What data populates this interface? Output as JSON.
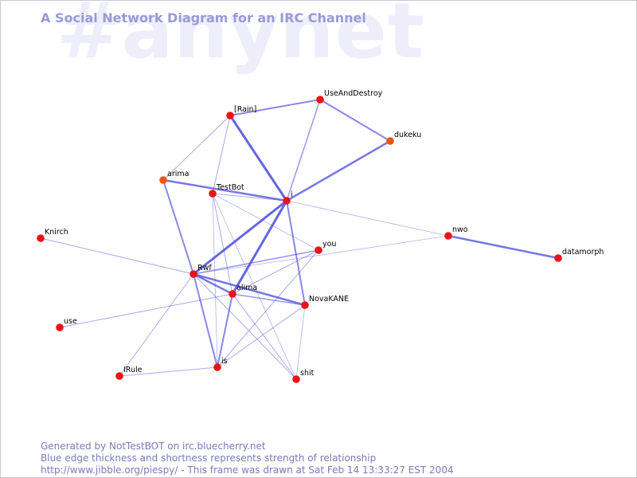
{
  "watermark": "#anynet",
  "title": "A Social Network Diagram for an IRC Channel",
  "footer": {
    "line1": "Generated by NotTestBOT on irc.bluecherry.net",
    "line2": "Blue edge thickness and shortness represents strength of relationship",
    "line3": "http://www.jibble.org/piespy/ - This frame was drawn at Sat Feb 14 13:33:27 EST 2004"
  },
  "colors": {
    "node_active": "#ee1111",
    "node_idle": "#ee5511",
    "edge": "#5555dd",
    "title": "#9a9ad6",
    "watermark": "#eeeefb"
  },
  "nodes": [
    {
      "id": "UseAndDestroy",
      "label": "UseAndDestroy",
      "state": "active"
    },
    {
      "id": "Rain",
      "label": "[Rain]",
      "state": "active"
    },
    {
      "id": "dukeku",
      "label": "dukeku",
      "state": "idle"
    },
    {
      "id": "arima",
      "label": "arima",
      "state": "idle"
    },
    {
      "id": "TestBot",
      "label": "TestBot",
      "state": "active"
    },
    {
      "id": "i",
      "label": "i",
      "state": "active"
    },
    {
      "id": "Knirch",
      "label": "Knirch",
      "state": "active"
    },
    {
      "id": "nwo",
      "label": "nwo",
      "state": "active"
    },
    {
      "id": "you",
      "label": "you",
      "state": "active"
    },
    {
      "id": "datamorph",
      "label": "datamorph",
      "state": "active"
    },
    {
      "id": "Rwf",
      "label": "Rwf",
      "state": "active"
    },
    {
      "id": "alima",
      "label": "alima",
      "state": "active"
    },
    {
      "id": "NovaKANE",
      "label": "NovaKANE",
      "state": "active"
    },
    {
      "id": "use",
      "label": "use",
      "state": "active"
    },
    {
      "id": "IRule",
      "label": "IRule",
      "state": "active"
    },
    {
      "id": "is",
      "label": "is",
      "state": "active"
    },
    {
      "id": "shit",
      "label": "shit",
      "state": "active"
    }
  ],
  "edges": [
    {
      "source": "Rain",
      "target": "UseAndDestroy",
      "strength": 2
    },
    {
      "source": "UseAndDestroy",
      "target": "dukeku",
      "strength": 2
    },
    {
      "source": "UseAndDestroy",
      "target": "i",
      "strength": 1.5
    },
    {
      "source": "Rain",
      "target": "i",
      "strength": 3
    },
    {
      "source": "Rain",
      "target": "arima",
      "strength": 1
    },
    {
      "source": "Rain",
      "target": "TestBot",
      "strength": 1
    },
    {
      "source": "dukeku",
      "target": "i",
      "strength": 2.5
    },
    {
      "source": "arima",
      "target": "i",
      "strength": 2.5
    },
    {
      "source": "arima",
      "target": "Rwf",
      "strength": 2
    },
    {
      "source": "TestBot",
      "target": "i",
      "strength": 1
    },
    {
      "source": "TestBot",
      "target": "alima",
      "strength": 1
    },
    {
      "source": "TestBot",
      "target": "you",
      "strength": 0.8
    },
    {
      "source": "TestBot",
      "target": "is",
      "strength": 0.8
    },
    {
      "source": "TestBot",
      "target": "shit",
      "strength": 0.8
    },
    {
      "source": "i",
      "target": "Rwf",
      "strength": 3
    },
    {
      "source": "i",
      "target": "alima",
      "strength": 3
    },
    {
      "source": "i",
      "target": "NovaKANE",
      "strength": 2
    },
    {
      "source": "i",
      "target": "nwo",
      "strength": 0.8
    },
    {
      "source": "nwo",
      "target": "datamorph",
      "strength": 2.5
    },
    {
      "source": "nwo",
      "target": "Rwf",
      "strength": 0.8
    },
    {
      "source": "Knirch",
      "target": "Rwf",
      "strength": 1
    },
    {
      "source": "you",
      "target": "Rwf",
      "strength": 1.5
    },
    {
      "source": "you",
      "target": "alima",
      "strength": 1
    },
    {
      "source": "you",
      "target": "is",
      "strength": 1
    },
    {
      "source": "Rwf",
      "target": "alima",
      "strength": 2.5
    },
    {
      "source": "Rwf",
      "target": "NovaKANE",
      "strength": 2.5
    },
    {
      "source": "Rwf",
      "target": "is",
      "strength": 2
    },
    {
      "source": "Rwf",
      "target": "IRule",
      "strength": 1
    },
    {
      "source": "Rwf",
      "target": "shit",
      "strength": 1
    },
    {
      "source": "alima",
      "target": "NovaKANE",
      "strength": 1.5
    },
    {
      "source": "alima",
      "target": "is",
      "strength": 2
    },
    {
      "source": "alima",
      "target": "use",
      "strength": 1
    },
    {
      "source": "alima",
      "target": "shit",
      "strength": 1
    },
    {
      "source": "NovaKANE",
      "target": "shit",
      "strength": 0.8
    },
    {
      "source": "NovaKANE",
      "target": "is",
      "strength": 1
    },
    {
      "source": "IRule",
      "target": "is",
      "strength": 1
    }
  ]
}
